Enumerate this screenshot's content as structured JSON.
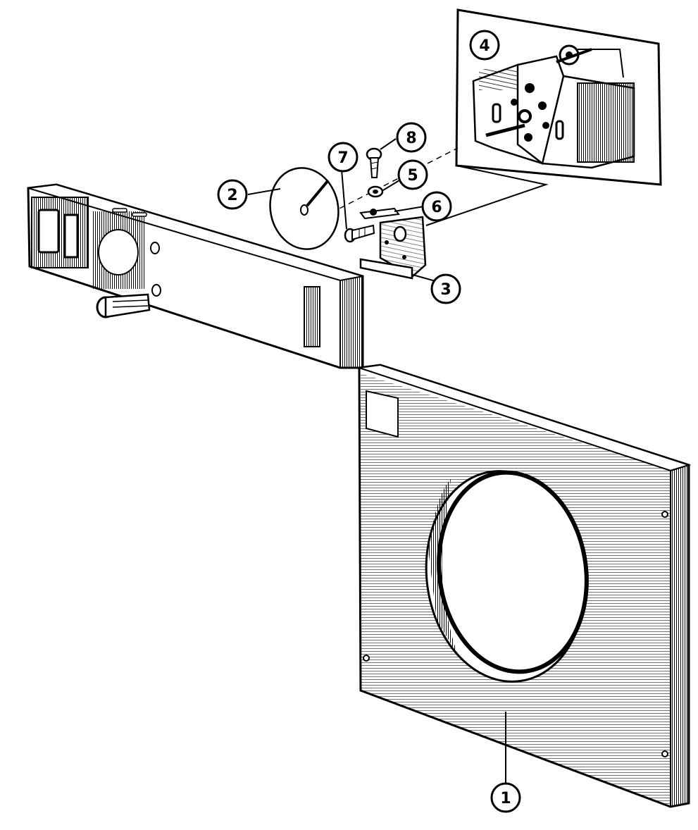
{
  "diagram": {
    "callouts": [
      {
        "id": "c1",
        "label": "1"
      },
      {
        "id": "c2",
        "label": "2"
      },
      {
        "id": "c3",
        "label": "3"
      },
      {
        "id": "c4",
        "label": "4"
      },
      {
        "id": "c5",
        "label": "5"
      },
      {
        "id": "c6",
        "label": "6"
      },
      {
        "id": "c7",
        "label": "7"
      },
      {
        "id": "c8",
        "label": "8"
      }
    ],
    "parts": [
      {
        "icon": "front-panel-icon"
      },
      {
        "icon": "dial-disc-icon"
      },
      {
        "icon": "mounting-bracket-icon"
      },
      {
        "icon": "timer-switch-icon"
      },
      {
        "icon": "washer-icon"
      },
      {
        "icon": "clip-icon"
      },
      {
        "icon": "screw-icon"
      },
      {
        "icon": "screw-icon"
      },
      {
        "icon": "control-panel-icon"
      },
      {
        "icon": "knob-icon"
      }
    ]
  }
}
